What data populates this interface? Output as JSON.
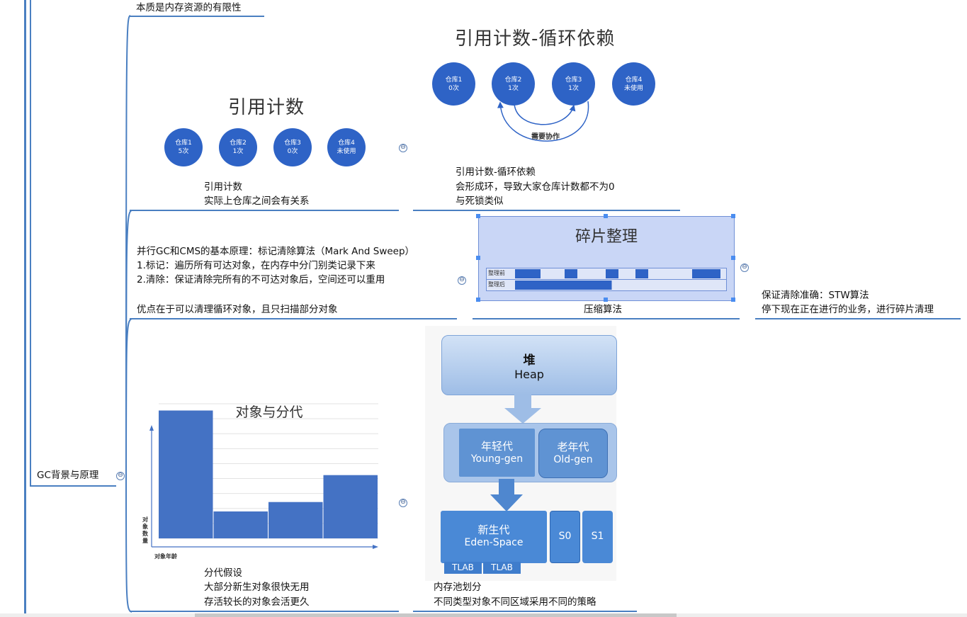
{
  "colors": {
    "branch": "#4a7fc1",
    "circle": "#2e63c6",
    "bar": "#4472c4",
    "frag": "#2e63c6",
    "fragbg": "#c9d6f6"
  },
  "root": {
    "label": "GC背景与原理"
  },
  "note_top": "本质是内存资源的有限性",
  "section1": {
    "fig_left": {
      "title": "引用计数",
      "circles": [
        {
          "l1": "仓库1",
          "l2": "5次"
        },
        {
          "l1": "仓库2",
          "l2": "1次"
        },
        {
          "l1": "仓库3",
          "l2": "0次"
        },
        {
          "l1": "仓库4",
          "l2": "未使用"
        }
      ]
    },
    "caption_left": [
      "引用计数",
      "实际上仓库之间会有关系"
    ],
    "fig_right": {
      "title": "引用计数-循环依赖",
      "circles": [
        {
          "l1": "仓库1",
          "l2": "0次"
        },
        {
          "l1": "仓库2",
          "l2": "1次"
        },
        {
          "l1": "仓库3",
          "l2": "1次"
        },
        {
          "l1": "仓库4",
          "l2": "未使用"
        }
      ],
      "arrow_label": "需要协作"
    },
    "caption_right": [
      "引用计数-循环依赖",
      "会形成环，导致大家仓库计数都不为0",
      "与死锁类似"
    ]
  },
  "section2": {
    "text": [
      "并行GC和CMS的基本原理：标记清除算法（Mark And Sweep）",
      "1.标记：遍历所有可达对象，在内存中分门别类记录下来",
      "2.清除：保证清除完所有的不可达对象后，空间还可以重用",
      "",
      "优点在于可以清理循环对象，且只扫描部分对象"
    ],
    "fig": {
      "title": "碎片整理",
      "row_before": "整理前",
      "row_after": "整理后"
    },
    "caption": "压缩算法",
    "right_text": [
      "保证清除准确：STW算法",
      "停下现在正在进行的业务，进行碎片清理"
    ]
  },
  "section3": {
    "chart_data": {
      "type": "bar",
      "title": "对象与分代",
      "xlabel": "对象年龄",
      "ylabel": "对象数量",
      "categories": [
        "",
        "",
        "",
        ""
      ],
      "values": [
        95,
        20,
        27,
        47
      ],
      "ylim": [
        0,
        100
      ],
      "grid": true
    },
    "caption_left": [
      "分代假设",
      "大部分新生对象很快无用",
      "存活较长的对象会活更久"
    ],
    "heap": {
      "heap_cn": "堆",
      "heap_en": "Heap",
      "young_cn": "年轻代",
      "young_en": "Young-gen",
      "old_cn": "老年代",
      "old_en": "Old-gen",
      "eden_cn": "新生代",
      "eden_en": "Eden-Space",
      "s0": "S0",
      "s1": "S1",
      "tlab1": "TLAB",
      "tlab2": "TLAB"
    },
    "caption_right": [
      "内存池划分",
      "不同类型对象不同区域采用不同的策略"
    ]
  },
  "collapse_symbol": "⊖"
}
